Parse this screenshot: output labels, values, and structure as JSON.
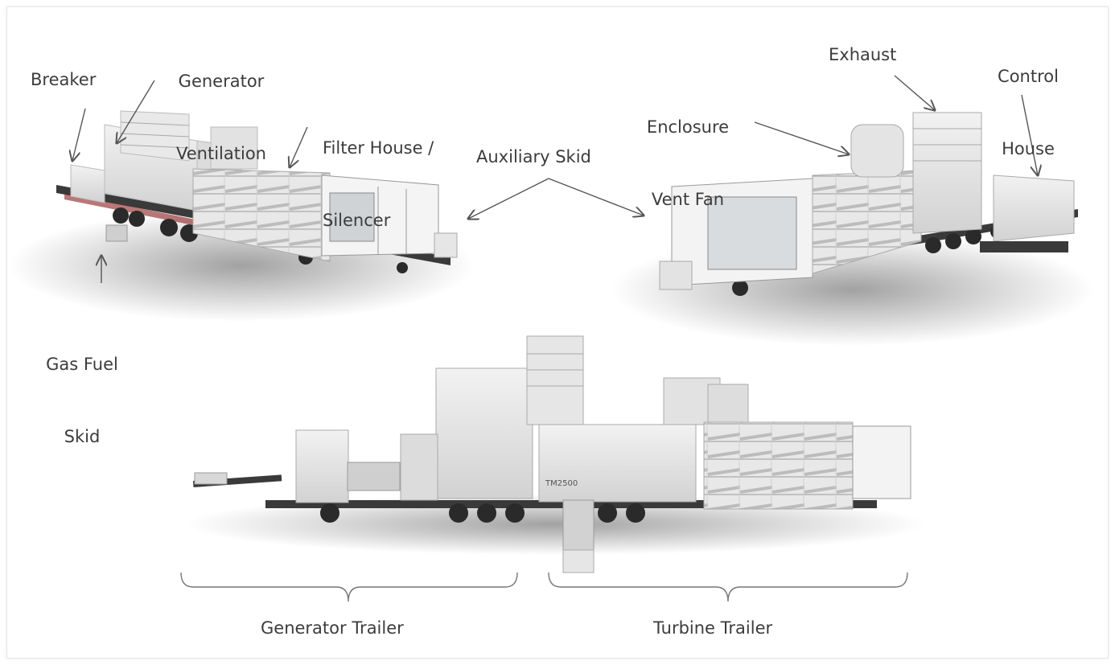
{
  "labels": {
    "breaker": "Breaker",
    "generator_ventilation_1": "Generator",
    "generator_ventilation_2": "Ventilation",
    "filter_house_1": "Filter House /",
    "filter_house_2": "Silencer",
    "auxiliary_skid": "Auxiliary Skid",
    "enclosure_vent_fan_1": "Enclosure",
    "enclosure_vent_fan_2": "Vent Fan",
    "exhaust": "Exhaust",
    "control_house_1": "Control",
    "control_house_2": "House",
    "gas_fuel_skid_1": "Gas Fuel",
    "gas_fuel_skid_2": "Skid",
    "generator_trailer": "Generator Trailer",
    "turbine_trailer": "Turbine Trailer",
    "unit_marking": "TM2500"
  },
  "colors": {
    "enclosure": "#e4e4e4",
    "trailer": "#3a3a3a",
    "arrow": "#555555",
    "text": "#3c3c3c"
  }
}
